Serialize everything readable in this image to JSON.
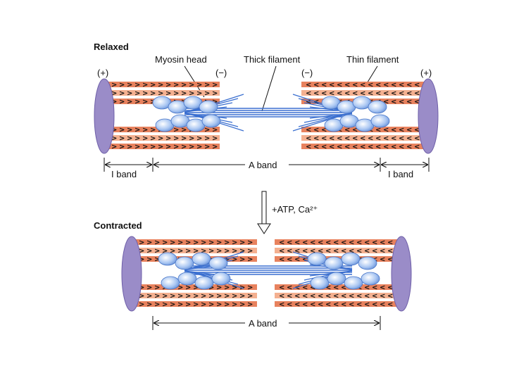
{
  "panels": {
    "relaxed": {
      "title": "Relaxed",
      "labels": {
        "myosin_head": "Myosin head",
        "thick_filament": "Thick filament",
        "thin_filament": "Thin filament",
        "plus_left": "(+)",
        "minus_left": "(−)",
        "minus_right": "(−)",
        "plus_right": "(+)",
        "a_band": "A band",
        "i_band_left": "I band",
        "i_band_right": "I band"
      }
    },
    "transition": {
      "label": "+ATP, Ca²⁺"
    },
    "contracted": {
      "title": "Contracted",
      "labels": {
        "a_band": "A band"
      }
    }
  },
  "colors": {
    "thin_filament": "#e8825e",
    "thin_filament_light": "#f4b090",
    "z_disk": "#9a8cc8",
    "z_disk_edge": "#6e5fa8",
    "thick_filament": "#3a6fd0",
    "myosin_head": "#8fb4ee"
  }
}
